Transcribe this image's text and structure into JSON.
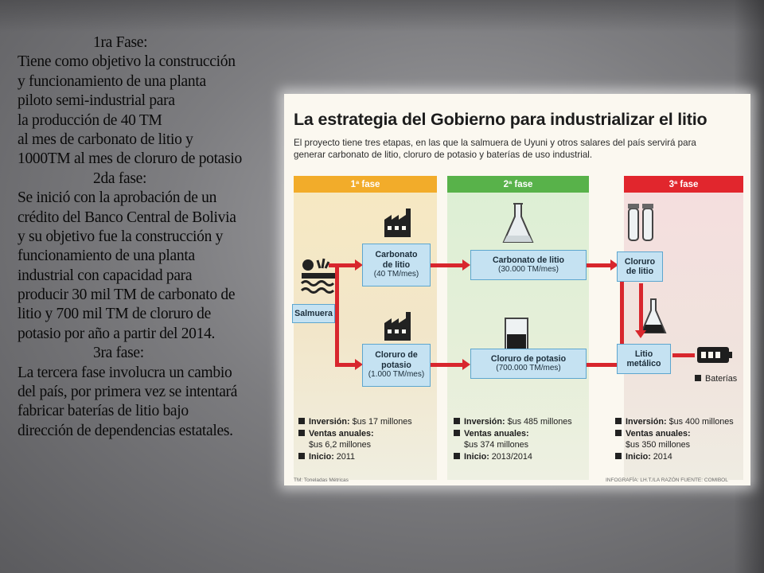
{
  "slide": {
    "lines": [
      {
        "text": "1ra  Fase:",
        "kind": "heading"
      },
      {
        "text": "Tiene como objetivo la construcción",
        "kind": "body"
      },
      {
        "text": "y funcionamiento de una planta",
        "kind": "body"
      },
      {
        "text": "piloto semi-industrial para",
        "kind": "body"
      },
      {
        "text": "la producción de 40 TM",
        "kind": "body"
      },
      {
        "text": "al mes de carbonato de litio y",
        "kind": "body"
      },
      {
        "text": "1000TM al mes de cloruro de potasio",
        "kind": "body"
      },
      {
        "text": "2da fase:",
        "kind": "heading"
      },
      {
        "text": "Se inició con la aprobación de un",
        "kind": "body"
      },
      {
        "text": "crédito del Banco Central de Bolivia",
        "kind": "body"
      },
      {
        "text": "y su objetivo fue la construcción y",
        "kind": "body"
      },
      {
        "text": "funcionamiento de una planta",
        "kind": "body"
      },
      {
        "text": "industrial con capacidad  para",
        "kind": "body"
      },
      {
        "text": "producir 30 mil TM de carbonato de",
        "kind": "body"
      },
      {
        "text": "litio y 700 mil TM de cloruro de",
        "kind": "body"
      },
      {
        "text": "potasio por año a partir del 2014.",
        "kind": "body"
      },
      {
        "text": "3ra  fase:",
        "kind": "heading"
      },
      {
        "text": "La tercera fase involucra un cambio",
        "kind": "body"
      },
      {
        "text": "del país,  por primera vez se intentará",
        "kind": "body"
      },
      {
        "text": " fabricar baterías de litio bajo",
        "kind": "body"
      },
      {
        "text": "dirección de dependencias estatales.",
        "kind": "body"
      }
    ]
  },
  "infographic": {
    "title": "La estrategia del Gobierno para industrializar el litio",
    "subtitle": "El proyecto tiene tres etapas, en las que la salmuera de Uyuni y otros salares del país servirá para generar carbonato de litio, cloruro de potasio y baterías de uso industrial.",
    "phases": [
      "1ª fase",
      "2ª fase",
      "3ª fase"
    ],
    "colors": {
      "phase1": "#f2ac2a",
      "phase2": "#58b24a",
      "phase3": "#e1262d",
      "arrow": "#d8262d",
      "box": "#c5e2f2"
    },
    "boxes": {
      "salmuera": "Salmuera",
      "p1_carbonato": {
        "name": "Carbonato de litio",
        "qty": "(40 TM/mes)"
      },
      "p1_cloruro": {
        "name": "Cloruro de potasio",
        "qty": "(1.000 TM/mes)"
      },
      "p2_carbonato": {
        "name": "Carbonato de litio",
        "qty": "(30.000 TM/mes)"
      },
      "p2_cloruro": {
        "name": "Cloruro de potasio",
        "qty": "(700.000 TM/mes)"
      },
      "p3_cloruro": "Cloruro de litio",
      "p3_litio": "Litio metálico",
      "baterias": "Baterías"
    },
    "details": [
      {
        "inversion_label": "Inversión:",
        "inversion": "$us 17 millones",
        "ventas_label": "Ventas anuales:",
        "ventas": "$us 6,2 millones",
        "inicio_label": "Inicio:",
        "inicio": "2011"
      },
      {
        "inversion_label": "Inversión:",
        "inversion": "$us 485 millones",
        "ventas_label": "Ventas anuales:",
        "ventas": "$us 374 millones",
        "inicio_label": "Inicio:",
        "inicio": "2013/2014"
      },
      {
        "inversion_label": "Inversión:",
        "inversion": "$us 400 millones",
        "ventas_label": "Ventas anuales:",
        "ventas": "$us 350 millones",
        "inicio_label": "Inicio:",
        "inicio": "2014"
      }
    ],
    "footnote_left": "TM: Toneladas Métricas",
    "footnote_right": "INFOGRAFÍA: LH.T./LA RAZÓN  FUENTE: COMIBOL",
    "icons": [
      "waves-icon",
      "factory-icon",
      "flask-icon",
      "beaker-icon",
      "test-tubes-icon",
      "battery-icon"
    ]
  }
}
